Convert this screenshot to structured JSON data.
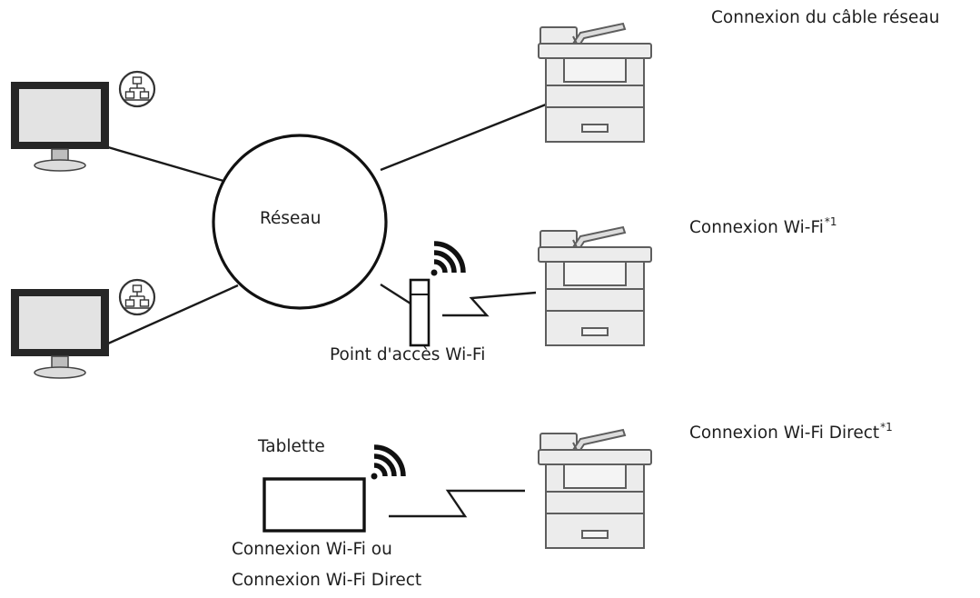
{
  "labels": {
    "network": "Réseau",
    "access_point": "Point d'accès Wi-Fi",
    "tablet": "Tablette",
    "tablet_connection_line1": "Connexion Wi-Fi ou",
    "tablet_connection_line2": "Connexion Wi-Fi Direct",
    "cable_connection": "Connexion du câble réseau",
    "wifi_connection": "Connexion Wi-Fi",
    "wifi_direct_connection": "Connexion Wi-Fi Direct",
    "footnote_mark": "*1"
  },
  "icons": {
    "computer": "computer-monitor-icon",
    "lan": "lan-network-icon",
    "printer": "printer-icon",
    "wifi": "wifi-signal-icon",
    "access_point": "wifi-access-point-icon",
    "tablet": "tablet-icon"
  },
  "colors": {
    "line": "#1a1a1a",
    "screen": "#e3e3e3",
    "printer_fill": "#ececec",
    "printer_stroke": "#6a6a6a"
  }
}
